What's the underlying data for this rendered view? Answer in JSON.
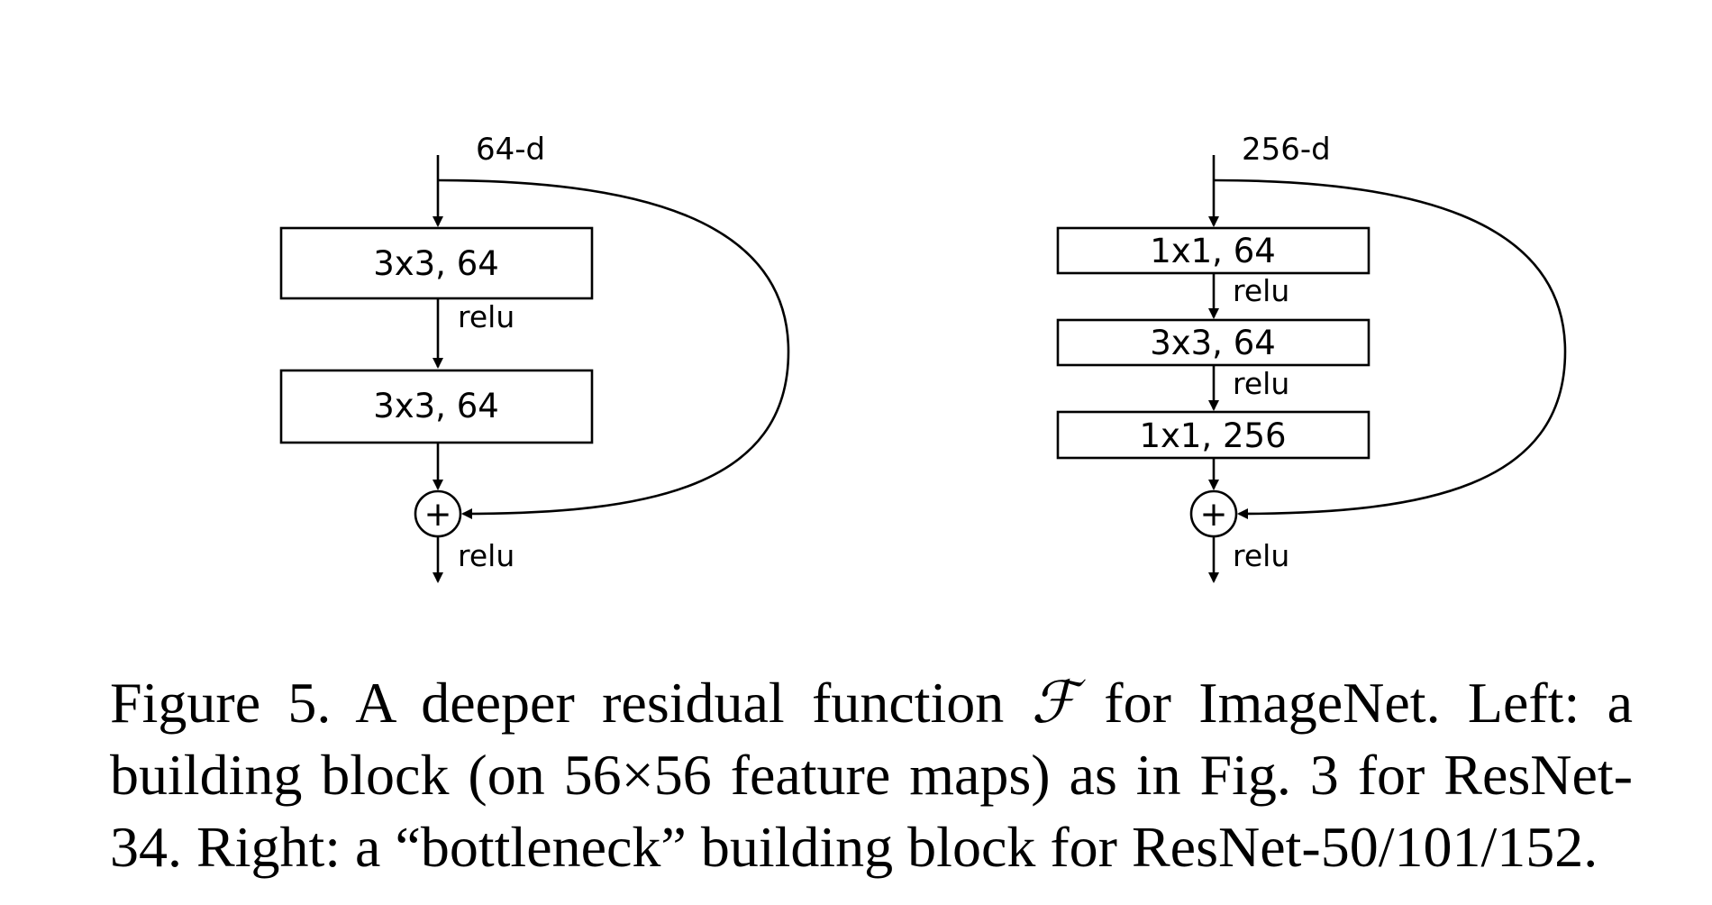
{
  "figure": {
    "left_block": {
      "input_dim": "64-d",
      "layers": [
        "3x3, 64",
        "3x3, 64"
      ],
      "activations": [
        "relu"
      ],
      "sum_symbol": "+",
      "output_activation": "relu"
    },
    "right_block": {
      "input_dim": "256-d",
      "layers": [
        "1x1, 64",
        "3x3, 64",
        "1x1, 256"
      ],
      "activations": [
        "relu",
        "relu"
      ],
      "sum_symbol": "+",
      "output_activation": "relu"
    }
  },
  "caption": {
    "part1": "Figure 5. A deeper residual function ",
    "symbol": "ℱ",
    "part2": " for ImageNet.  Left: a building block (on 56×56 feature maps) as in Fig. 3 for ResNet-34. Right: a “bottleneck” building block for ResNet-50/101/152."
  }
}
